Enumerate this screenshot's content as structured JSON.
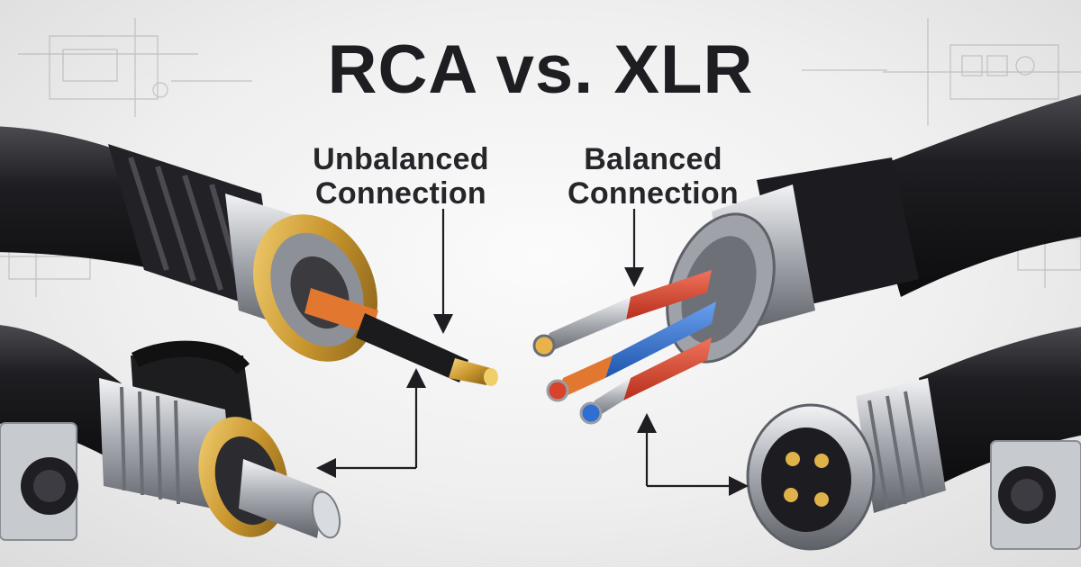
{
  "title": "RCA vs. XLR",
  "rca": {
    "line1": "Unbalanced",
    "line2": "Connection"
  },
  "xlr": {
    "line1": "Balanced",
    "line2": "Connection"
  },
  "colors": {
    "cable": "#1b1b1e",
    "gold": "#c9962e",
    "wire_red": "#d8432c",
    "wire_blue": "#2f6fd1",
    "wire_orange": "#e2772f",
    "chrome": "#b8bcc2"
  }
}
